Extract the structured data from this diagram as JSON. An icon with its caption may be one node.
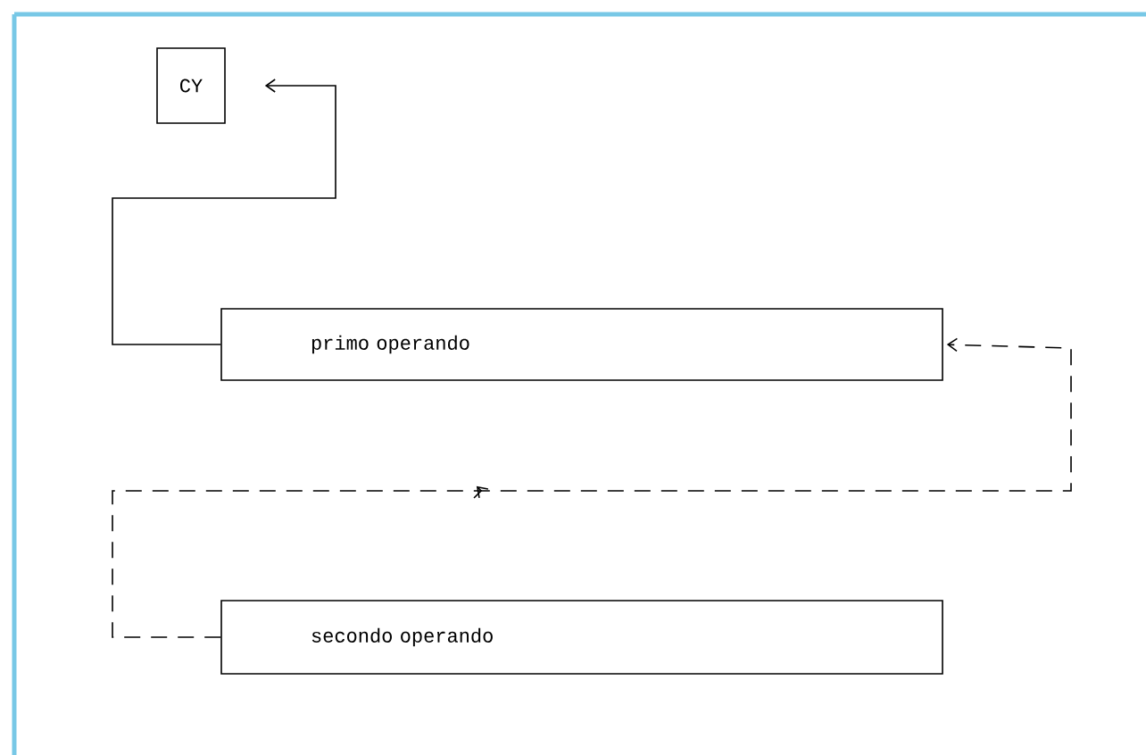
{
  "diagram": {
    "nodes": [
      {
        "text": [
          "CY"
        ]
      },
      {
        "text": [
          "primo operando"
        ]
      },
      {
        "text": [
          "secondo operando"
        ]
      }
    ],
    "edges": [
      {
        "from": 1,
        "to": 0,
        "arrow": "to"
      },
      {
        "from": 2,
        "to": 1,
        "arrow": "to",
        "style": "dashed"
      }
    ]
  }
}
